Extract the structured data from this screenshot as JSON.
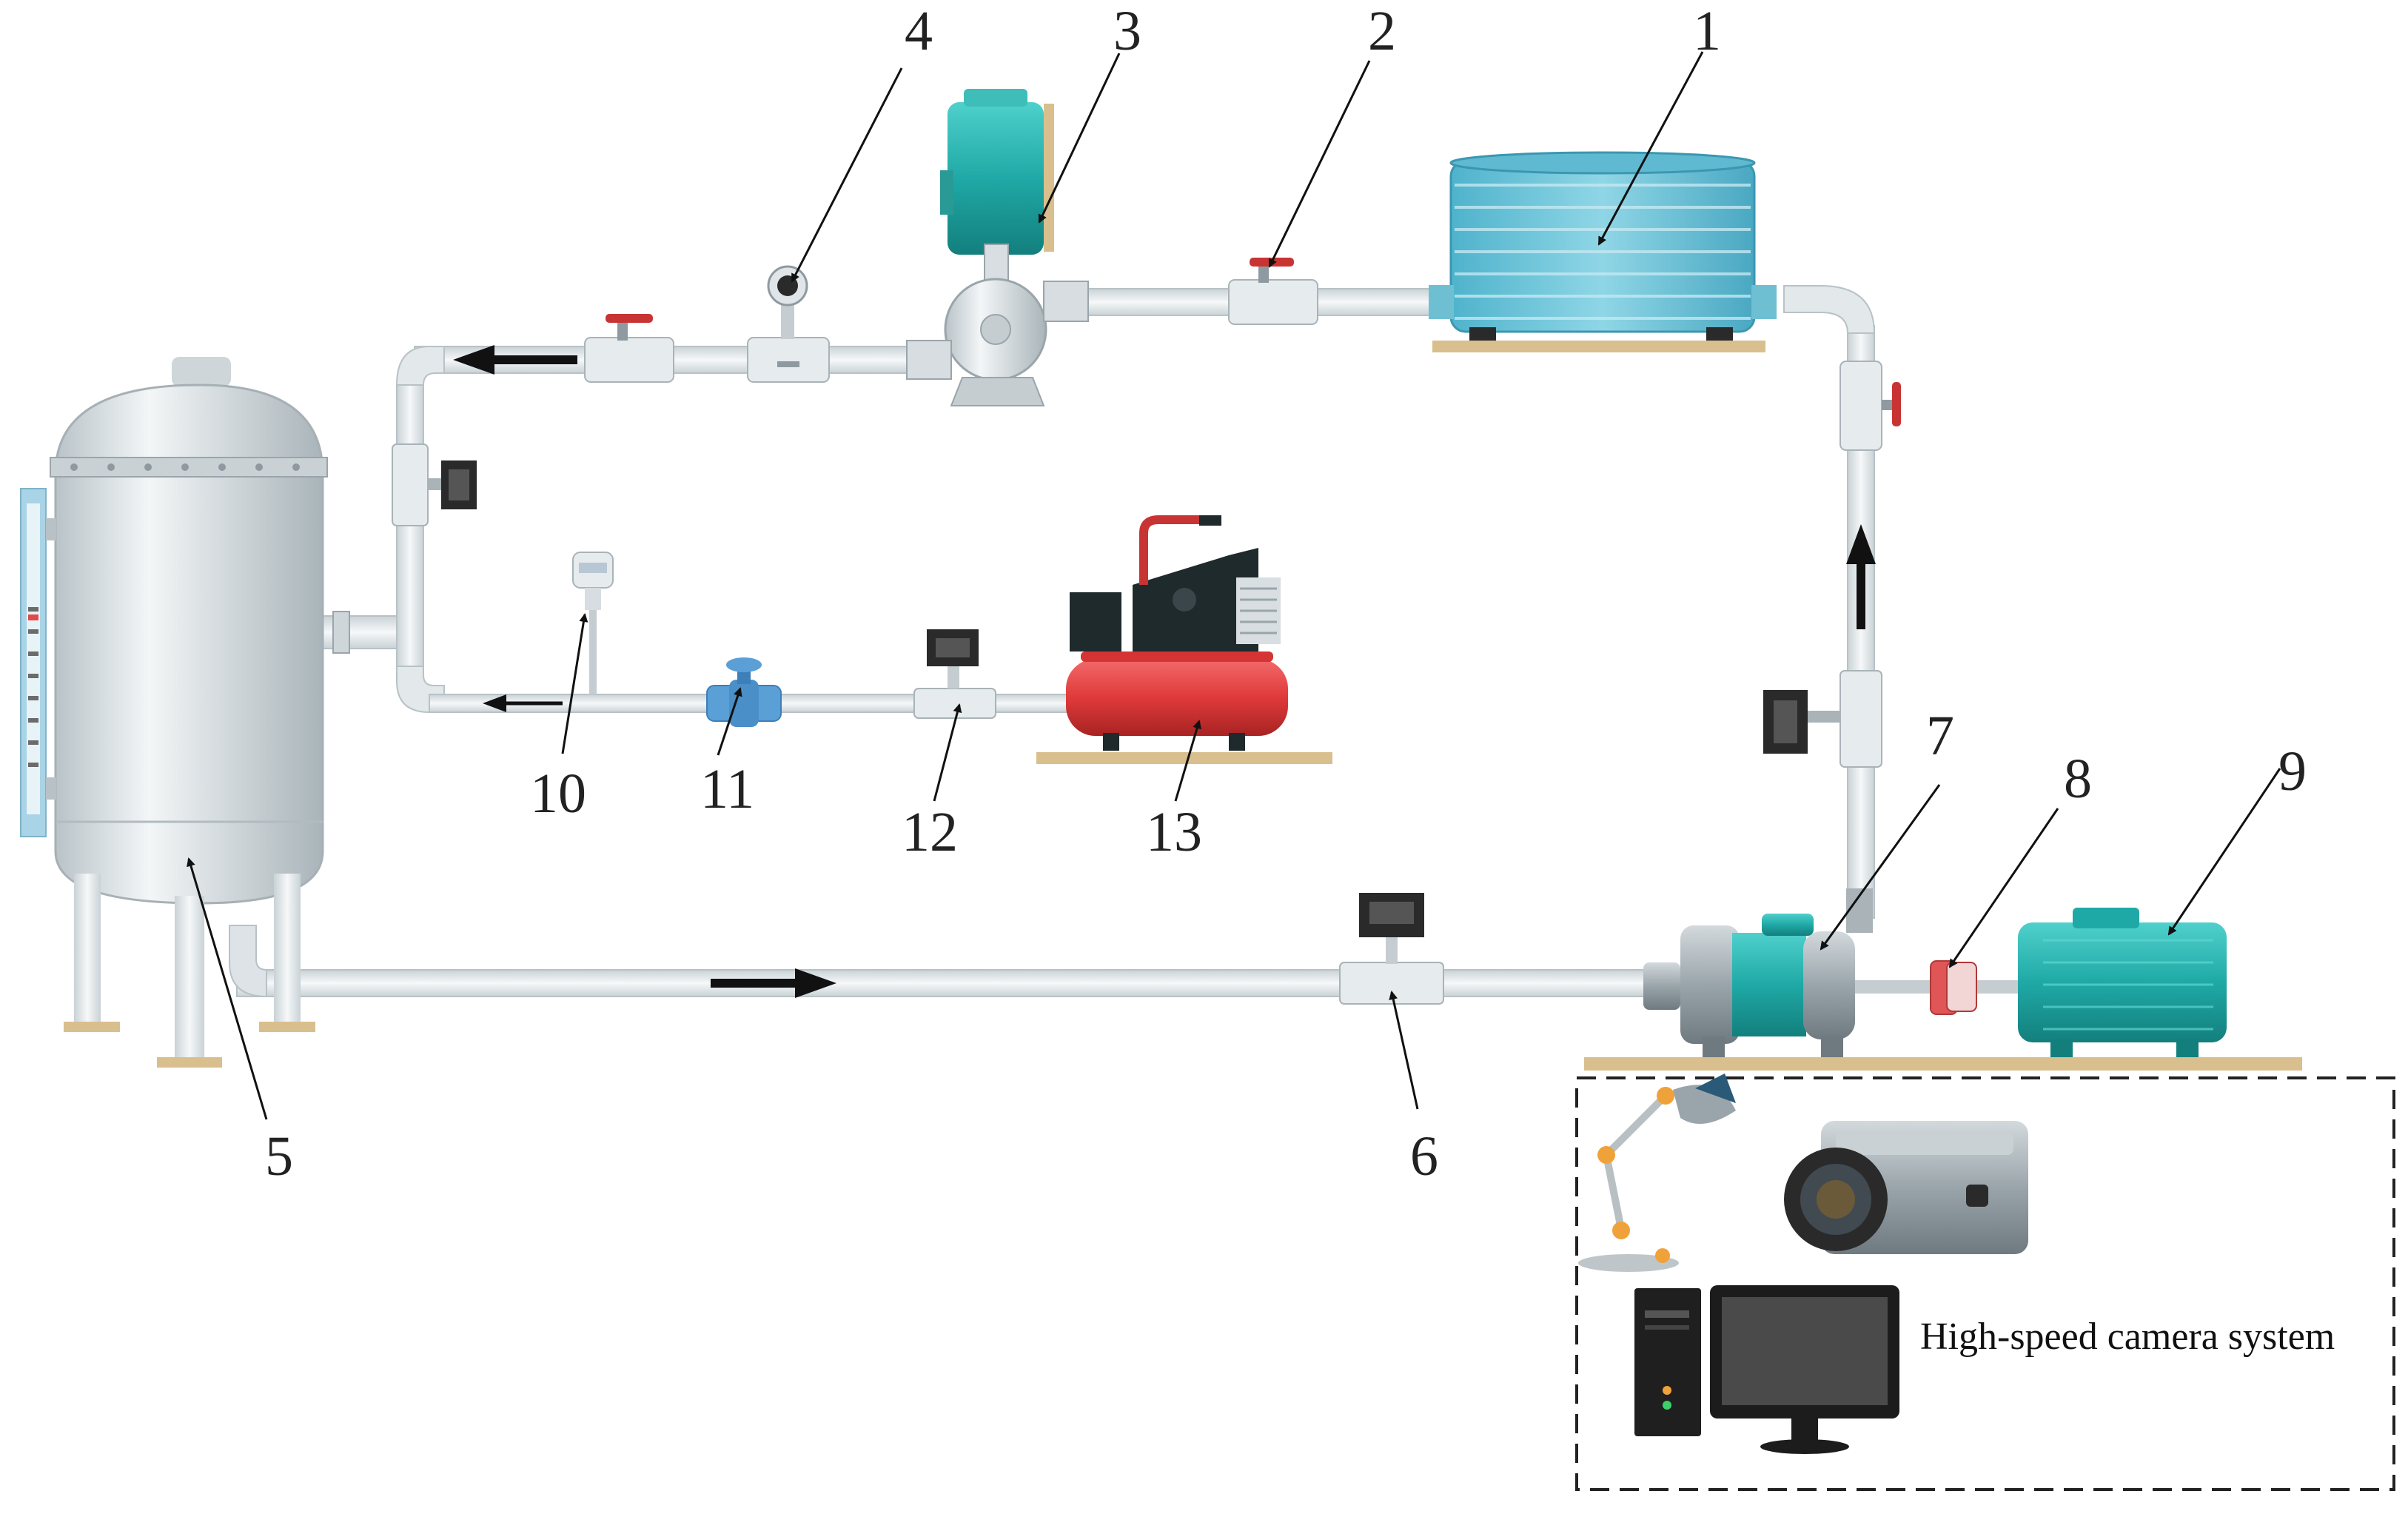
{
  "labels": {
    "n1": "1",
    "n2": "2",
    "n3": "3",
    "n4": "4",
    "n5": "5",
    "n6": "6",
    "n7": "7",
    "n8": "8",
    "n9": "9",
    "n10": "10",
    "n11": "11",
    "n12": "12",
    "n13": "13"
  },
  "camera_system": {
    "caption": "High-speed camera system"
  },
  "colors": {
    "pipe": "#e9eef0",
    "pipe_edge": "#b8c2c6",
    "tank_body": "#dfe5e8",
    "water_tank": "#6cc4d8",
    "pump_teal": "#2ab3b0",
    "compressor_red": "#e03a3a",
    "compressor_dark": "#1f2a2c",
    "base_tan": "#d9bf8e",
    "arrow": "#111111"
  }
}
